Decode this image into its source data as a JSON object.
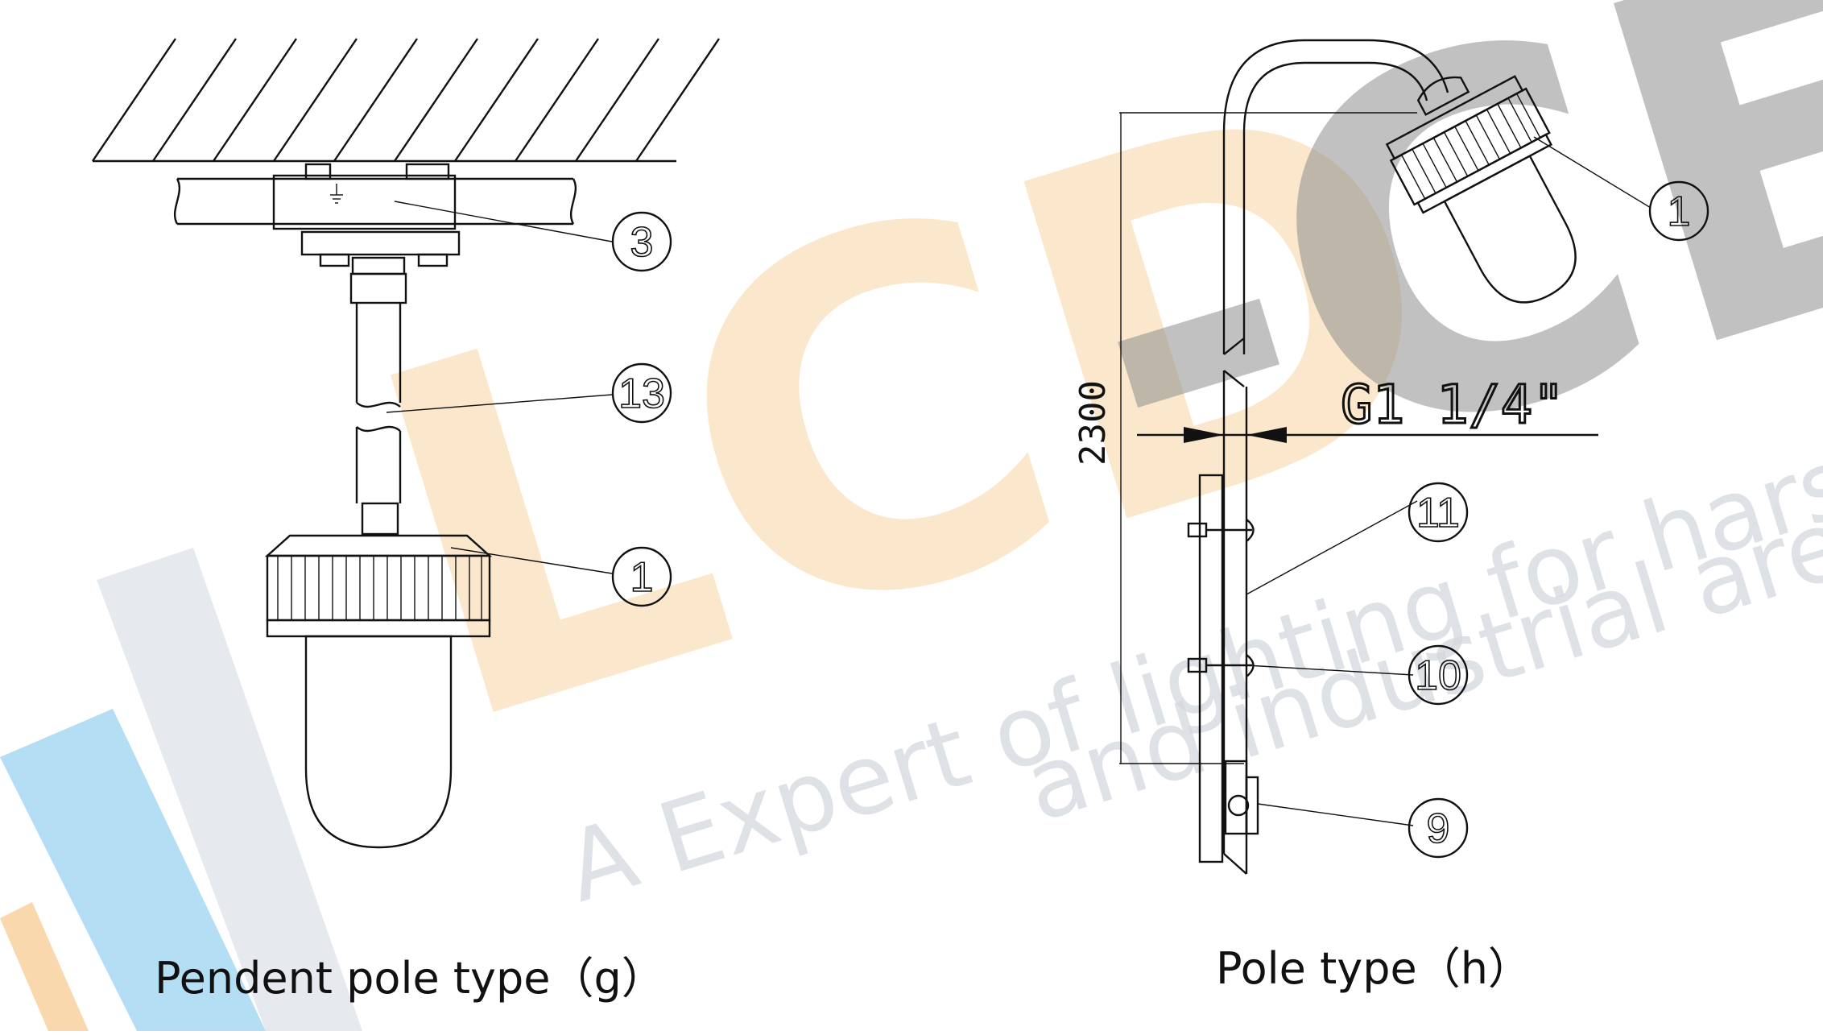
{
  "watermark": {
    "brand": "LCD-CES",
    "tagline_line1": "A Expert of lighting for harsh,",
    "tagline_line2": "and industrial area",
    "colors": {
      "orange": "#f7c88a",
      "blue": "#9fd4f0",
      "gray": "#d9dde2",
      "dark": "#8c8c8c",
      "text": "#d0d4d9"
    }
  },
  "left_diagram": {
    "caption": "Pendent pole type（g）",
    "callouts": [
      "3",
      "13",
      "1"
    ]
  },
  "right_diagram": {
    "caption": "Pole type（h）",
    "dimension": "2300",
    "pipe_size": "G1  1/4\"",
    "callouts": [
      "1",
      "11",
      "10",
      "9"
    ]
  }
}
